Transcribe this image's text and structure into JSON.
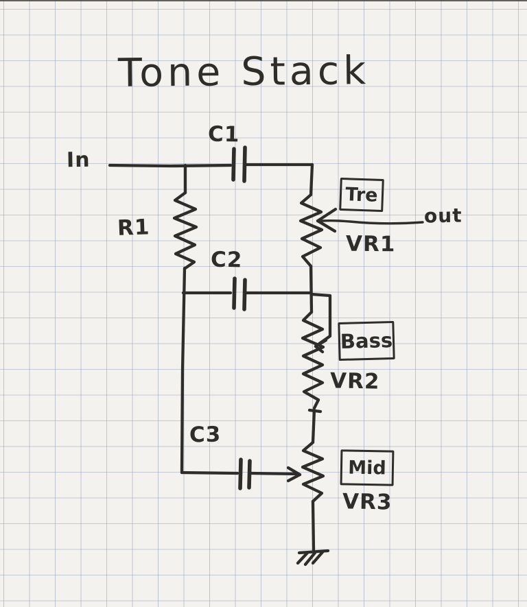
{
  "title": "Tone Stack",
  "labels": {
    "in": "In",
    "out": "out",
    "c1": "C1",
    "c2": "C2",
    "c3": "C3",
    "r1": "R1",
    "vr1": "VR1",
    "vr2": "VR2",
    "vr3": "VR3",
    "tre": "Tre",
    "bass": "Bass",
    "mid": "Mid"
  },
  "colors": {
    "ink": "#2e2d2a",
    "paper": "#f3f2ef",
    "grid_line": "#c3cbd8"
  }
}
